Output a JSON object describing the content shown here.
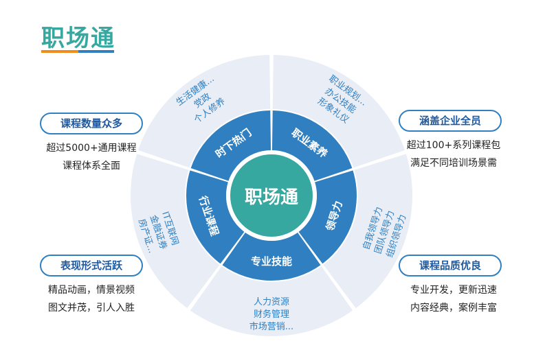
{
  "title": "职场通",
  "center_label": "职场通",
  "segments": [
    {
      "label": "时下热门",
      "detail": [
        "个人修养",
        "党政",
        "生活健康..."
      ]
    },
    {
      "label": "职业素养",
      "detail": [
        "形象礼仪",
        "办公技能",
        "职业规划..."
      ]
    },
    {
      "label": "领导力",
      "detail": [
        "自我领导力",
        "团队领导力",
        "组织领导力"
      ]
    },
    {
      "label": "专业技能",
      "detail": [
        "人力资源",
        "财务管理",
        "市场营销..."
      ]
    },
    {
      "label": "行业课程",
      "detail": [
        "IT互联网",
        "金融证券",
        "房产证..."
      ]
    }
  ],
  "features": [
    {
      "title": "课程数量众多",
      "lines": [
        "超过5000+通用课程",
        "课程体系全面"
      ]
    },
    {
      "title": "涵盖企业全员",
      "lines": [
        "超过100+系列课程包",
        "满足不同培训场景需"
      ]
    },
    {
      "title": "表现形式活跃",
      "lines": [
        "精品动画，情景视频",
        "图文并茂，引人入胜"
      ]
    },
    {
      "title": "课程品质优良",
      "lines": [
        "专业开发，更新迅速",
        "内容经典，案例丰富"
      ]
    }
  ],
  "colors": {
    "title": "#36a8a0",
    "ring": "#2f7fc1",
    "center": "#36a8a0",
    "outer": "#e9edf5",
    "text": "#2f7fc1"
  }
}
